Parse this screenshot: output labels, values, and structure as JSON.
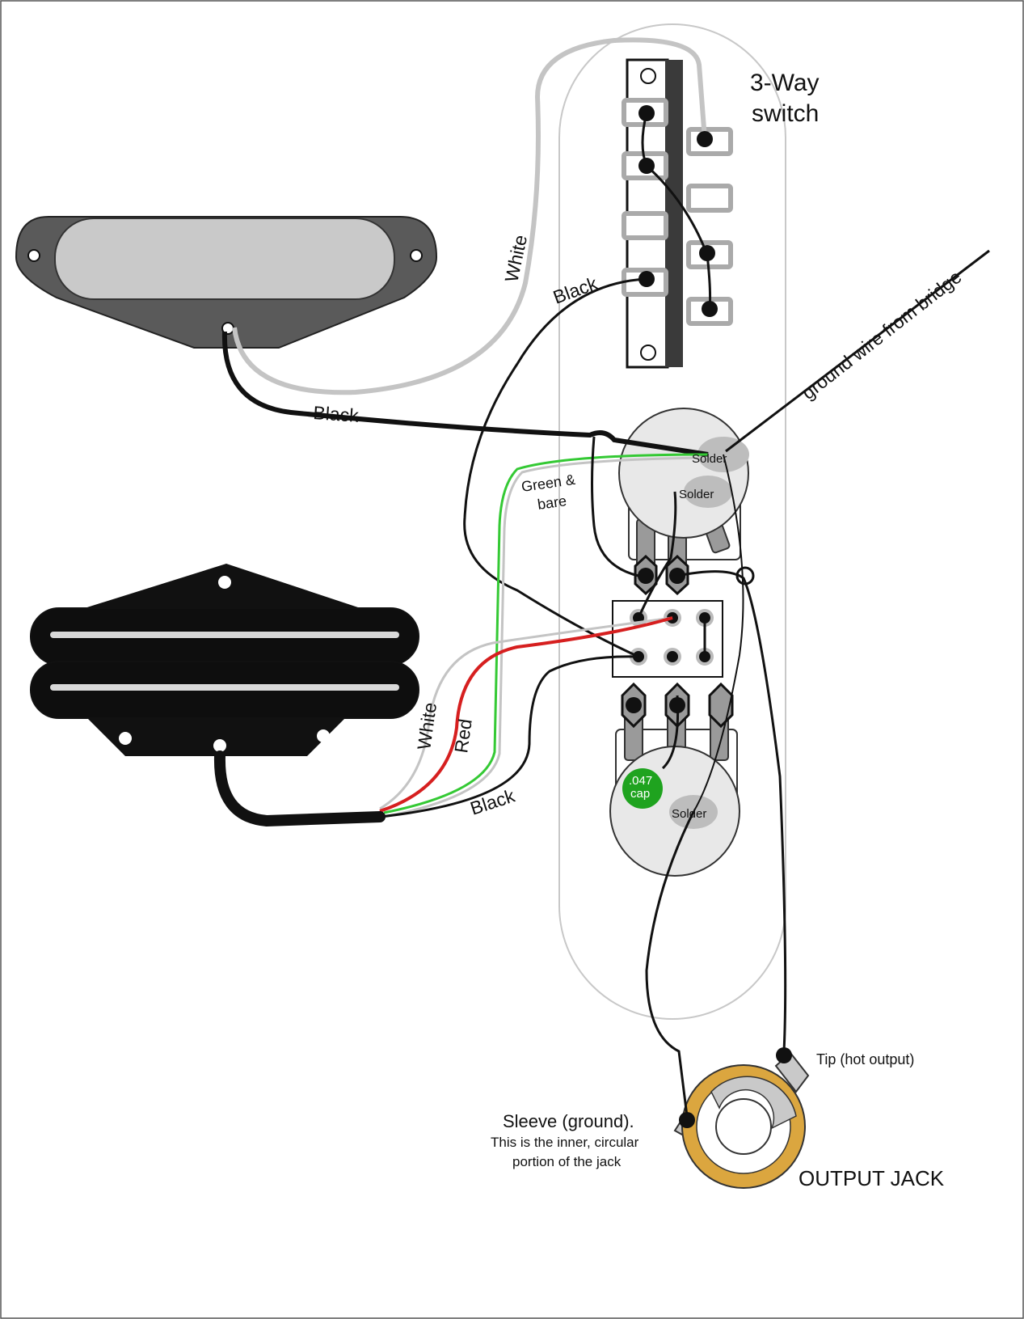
{
  "labels": {
    "switch_title_line1": "3-Way",
    "switch_title_line2": "switch",
    "ground_wire": "ground wire from bridge",
    "white_upper": "White",
    "black_upper": "Black",
    "black_neck": "Black",
    "green_bare_line1": "Green &",
    "green_bare_line2": "bare",
    "solder_1": "Solder",
    "solder_2": "Solder",
    "solder_3": "Solder",
    "cap_line1": ".047",
    "cap_line2": "cap",
    "white_lower": "White",
    "red_lower": "Red",
    "black_lower": "Black",
    "tip": "Tip (hot output)",
    "sleeve_line1": "Sleeve (ground).",
    "sleeve_line2": "This is the inner, circular",
    "sleeve_line3": "portion of the jack",
    "output_jack": "OUTPUT JACK"
  },
  "colors": {
    "wire_black": "#111111",
    "wire_white": "#c4c4c4",
    "wire_red": "#d61f1f",
    "wire_green": "#34c934",
    "cap_green": "#1fa31f",
    "jack_ring": "#dba63f",
    "solder_gray": "#bdbdbd",
    "plate_outline": "#c8c8c8"
  }
}
